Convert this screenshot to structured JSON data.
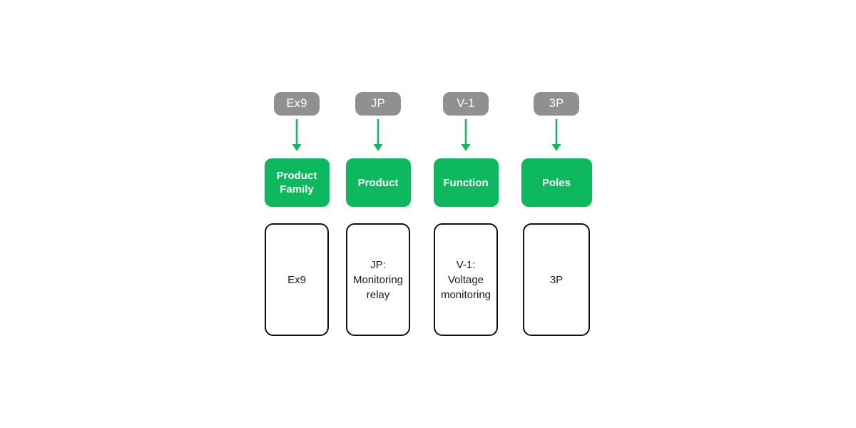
{
  "diagram": {
    "description": "Product code breakdown diagram",
    "columns": [
      {
        "code": "Ex9",
        "category": "Product\nFamily",
        "meaning": "Ex9"
      },
      {
        "code": "JP",
        "category": "Product",
        "meaning": "JP:\nMonitoring\nrelay"
      },
      {
        "code": "V-1",
        "category": "Function",
        "meaning": "V-1:\nVoltage\nmonitoring"
      },
      {
        "code": "3P",
        "category": "Poles",
        "meaning": "3P"
      }
    ],
    "icons": {
      "down_arrow": "↓"
    },
    "colors": {
      "green": "#0eb85e",
      "gray": "#909090",
      "arrow": "#14b75f",
      "border": "#111111"
    }
  }
}
